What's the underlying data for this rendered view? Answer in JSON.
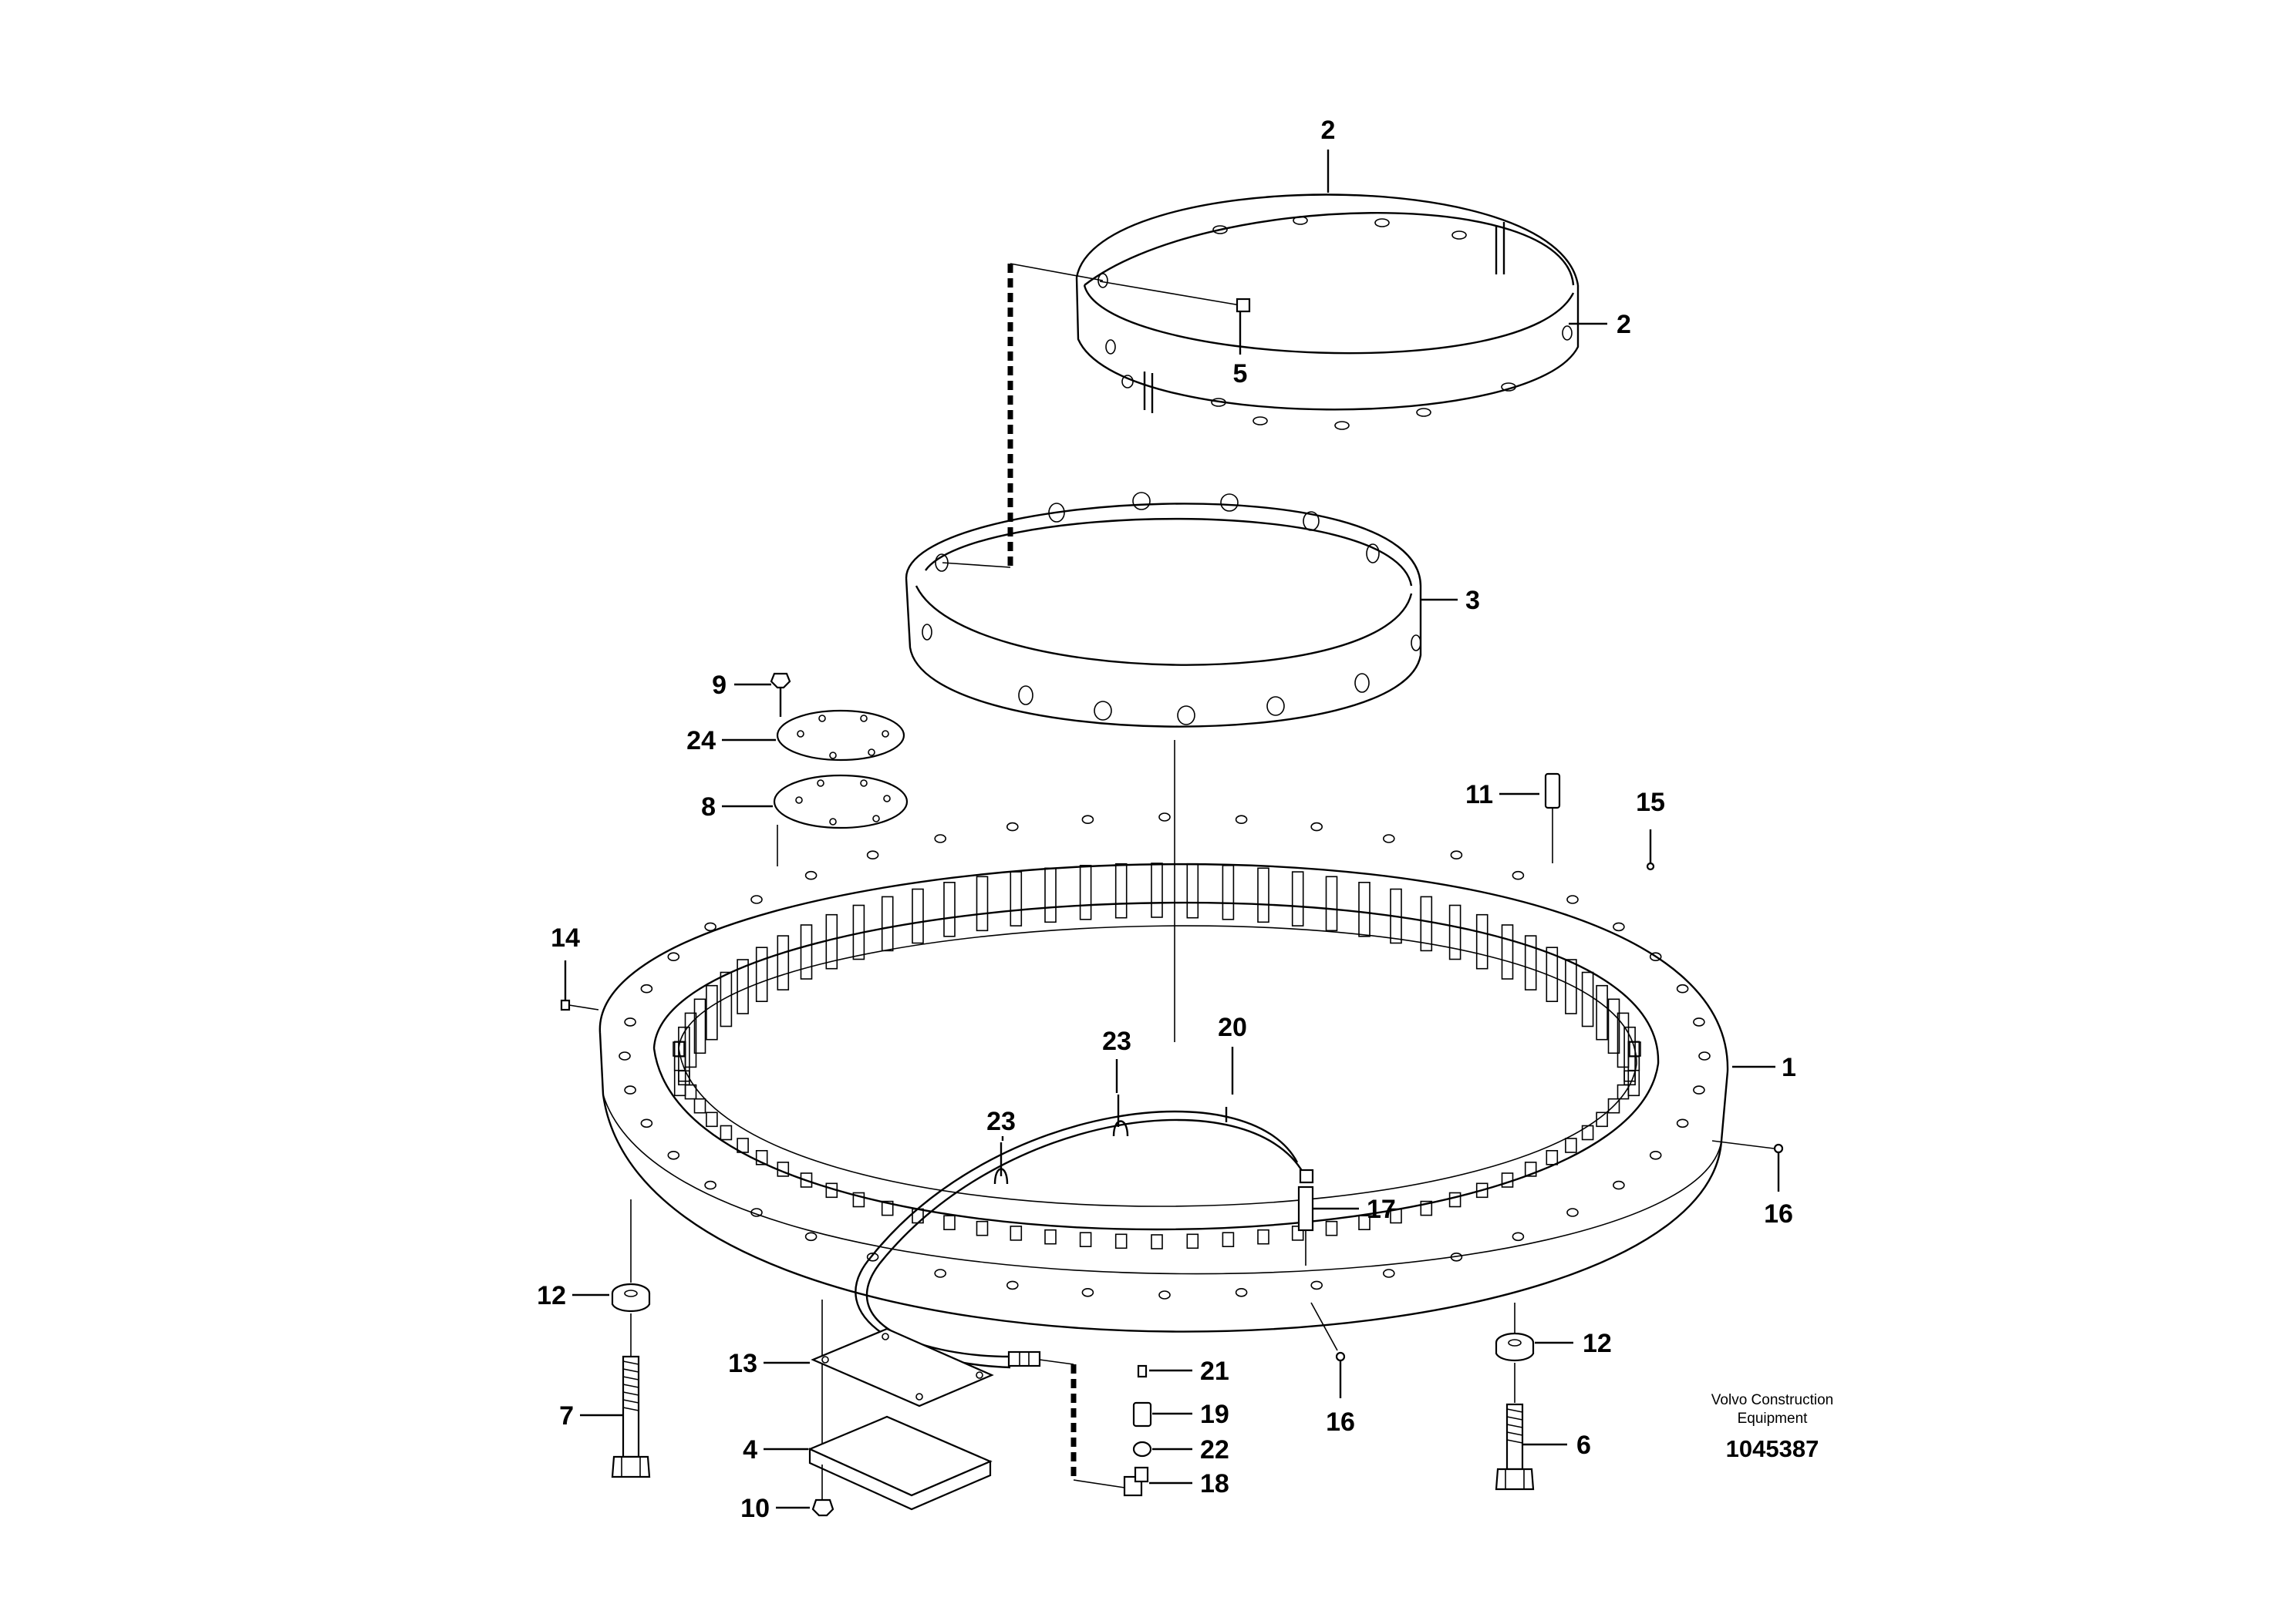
{
  "diagram": {
    "callouts": {
      "c1": "1",
      "c2a": "2",
      "c2b": "2",
      "c3": "3",
      "c4": "4",
      "c5": "5",
      "c6": "6",
      "c7": "7",
      "c8": "8",
      "c9": "9",
      "c10": "10",
      "c11": "11",
      "c12a": "12",
      "c12b": "12",
      "c13": "13",
      "c14": "14",
      "c15": "15",
      "c16a": "16",
      "c16b": "16",
      "c17": "17",
      "c18": "18",
      "c19": "19",
      "c20": "20",
      "c21": "21",
      "c22": "22",
      "c23a": "23",
      "c23b": "23",
      "c24": "24"
    },
    "footer": {
      "company_line1": "Volvo Construction",
      "company_line2": "Equipment",
      "drawing_number": "1045387"
    }
  }
}
